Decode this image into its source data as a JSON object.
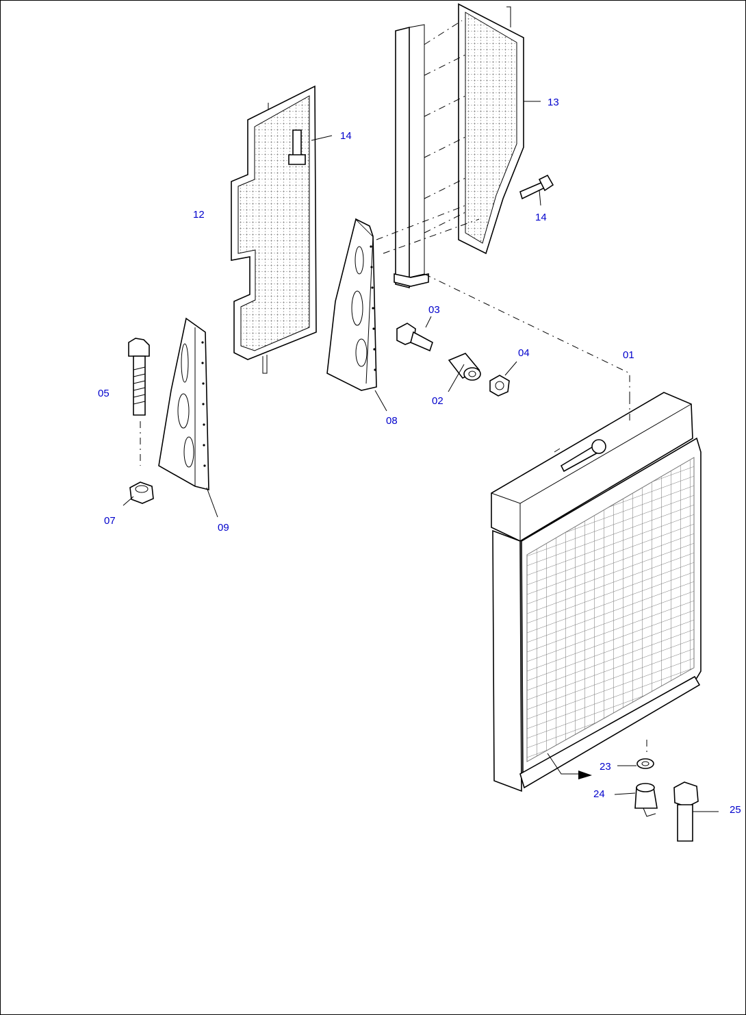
{
  "diagram": {
    "accent_color": "#0000cc",
    "callouts": [
      {
        "id": "c13",
        "label": "13"
      },
      {
        "id": "c14a",
        "label": "14"
      },
      {
        "id": "c12",
        "label": "12"
      },
      {
        "id": "c14b",
        "label": "14"
      },
      {
        "id": "c03",
        "label": "03"
      },
      {
        "id": "c04",
        "label": "04"
      },
      {
        "id": "c01",
        "label": "01"
      },
      {
        "id": "c05",
        "label": "05"
      },
      {
        "id": "c02",
        "label": "02"
      },
      {
        "id": "c08",
        "label": "08"
      },
      {
        "id": "c07",
        "label": "07"
      },
      {
        "id": "c09",
        "label": "09"
      },
      {
        "id": "c23",
        "label": "23"
      },
      {
        "id": "c24",
        "label": "24"
      },
      {
        "id": "c25",
        "label": "25"
      }
    ]
  }
}
